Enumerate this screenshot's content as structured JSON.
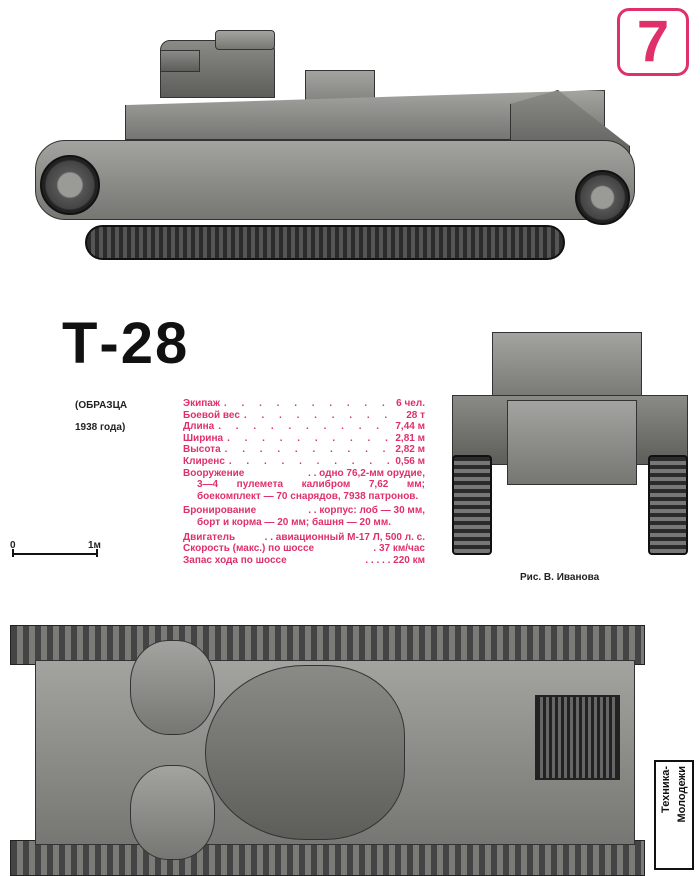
{
  "issue_badge": "7",
  "title": "Т-28",
  "subtitle_line1": "(ОБРАЗЦА",
  "subtitle_line2": "1938 года)",
  "scale": {
    "zero": "0",
    "one": "1м"
  },
  "specs": [
    {
      "label": "Экипаж",
      "value": "6 чел."
    },
    {
      "label": "Боевой вес",
      "value": "28 т"
    },
    {
      "label": "Длина",
      "value": "7,44 м"
    },
    {
      "label": "Ширина",
      "value": "2,81 м"
    },
    {
      "label": "Высота",
      "value": "2,82 м"
    },
    {
      "label": "Клиренс",
      "value": "0,56 м"
    }
  ],
  "armament": {
    "label": "Вооружение",
    "value": ". . одно 76,2-мм орудие,",
    "cont": "3—4 пулемета калибром 7,62 мм; боекомплект — 70 снарядов, 7938 патронов."
  },
  "armor": {
    "label": "Бронирование",
    "value": ". . корпус: лоб — 30 мм,",
    "cont": "борт и корма — 20 мм; башня — 20 мм."
  },
  "engine": {
    "label": "Двигатель",
    "value": ". . авиационный М-17 Л, 500 л. с."
  },
  "speed": {
    "label": "Скорость (макс.) по шоссе",
    "value": ". 37 км/час"
  },
  "range": {
    "label": "Запас хода по шоссе",
    "value": ". . . . . 220 км"
  },
  "credit": "Рис. В. Иванова",
  "logo": {
    "line1": "Техника-",
    "line2": "Молодежи"
  },
  "colors": {
    "accent": "#e0306a",
    "armor": "#6f706b"
  }
}
